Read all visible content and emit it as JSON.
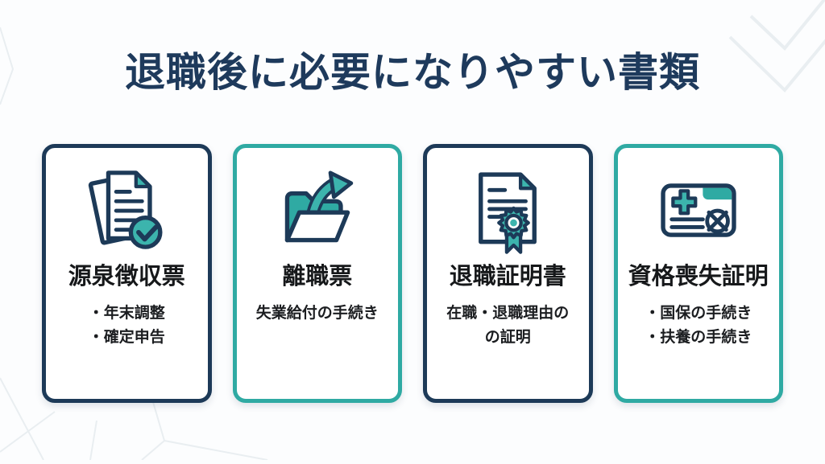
{
  "title": "退職後に必要になりやすい書類",
  "colors": {
    "navy": "#1d3a58",
    "teal": "#2faaa3",
    "teal_light": "#3cb4ad",
    "text_dark": "#16181a",
    "background": "#fcfdfe",
    "deco_line": "#e9eef1"
  },
  "cards": [
    {
      "title": "源泉徴収票",
      "accent": "navy",
      "icon": "document-check-icon",
      "lines": [
        "・年末調整",
        "・確定申告"
      ]
    },
    {
      "title": "離職票",
      "accent": "teal",
      "icon": "folder-export-icon",
      "lines": [
        "失業給付の手続き"
      ]
    },
    {
      "title": "退職証明書",
      "accent": "navy",
      "icon": "certificate-ribbon-icon",
      "lines": [
        "在職・退職理由の",
        "の証明"
      ]
    },
    {
      "title": "資格喪失証明",
      "accent": "teal",
      "icon": "insurance-card-icon",
      "lines": [
        "・国保の手続き",
        "・扶養の手続き"
      ]
    }
  ]
}
